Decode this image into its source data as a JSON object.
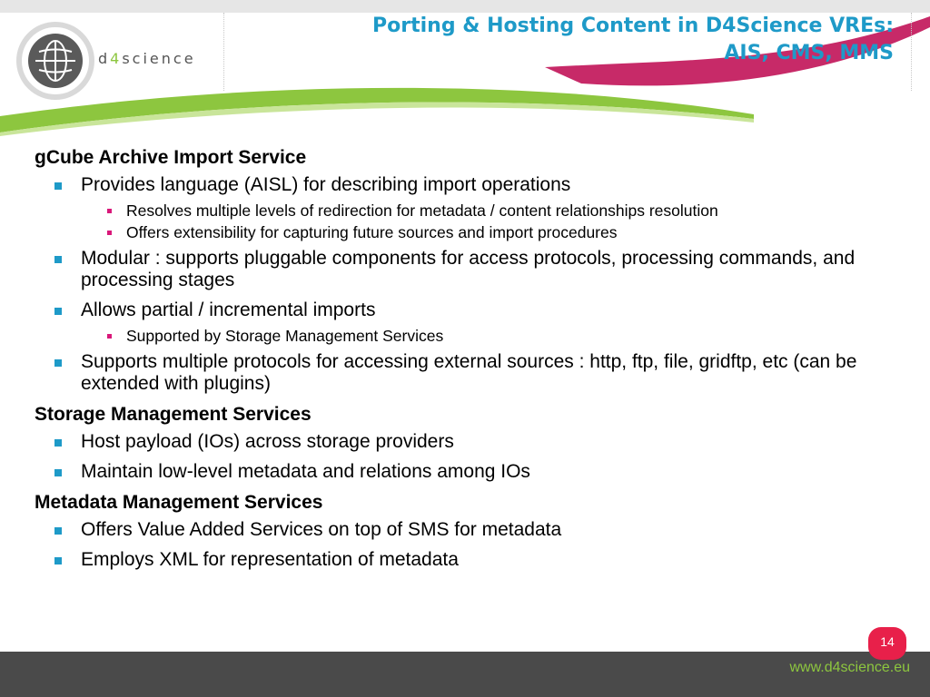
{
  "slide": {
    "title_line1": "Porting & Hosting Content in D4Science VREs:",
    "title_line2": "AIS, CMS, MMS",
    "logo": {
      "prefix": "d",
      "accent": "4",
      "suffix": "science",
      "icon": "globe-icon"
    },
    "colors": {
      "title": "#1e9ac8",
      "green": "#8dc63f",
      "bullet1": "#1e9ac8",
      "bullet2": "#d9187a",
      "badge": "#e8204a",
      "footer": "#4a4a4a"
    },
    "sections": [
      {
        "heading": "gCube Archive Import Service",
        "items": [
          {
            "text": "Provides language (AISL) for describing import operations",
            "sub": [
              "Resolves multiple levels of redirection for metadata / content relationships resolution",
              "Offers extensibility for capturing future sources and import procedures"
            ]
          },
          {
            "text": "Modular : supports pluggable components for access protocols, processing commands, and processing stages"
          },
          {
            "text": "Allows partial / incremental imports",
            "sub": [
              "Supported by Storage Management Services"
            ]
          },
          {
            "text": "Supports multiple protocols for accessing external sources : http, ftp, file, gridftp, etc (can be extended with plugins)"
          }
        ]
      },
      {
        "heading": "Storage Management Services",
        "items": [
          {
            "text": "Host payload (IOs) across storage providers"
          },
          {
            "text": "Maintain low-level metadata and relations among IOs"
          }
        ]
      },
      {
        "heading": "Metadata Management Services",
        "items": [
          {
            "text": "Offers Value Added Services on top of SMS for metadata"
          },
          {
            "text": "Employs XML for representation of metadata"
          }
        ]
      }
    ],
    "page_number": "14",
    "footer_url": "www.d4science.eu"
  }
}
